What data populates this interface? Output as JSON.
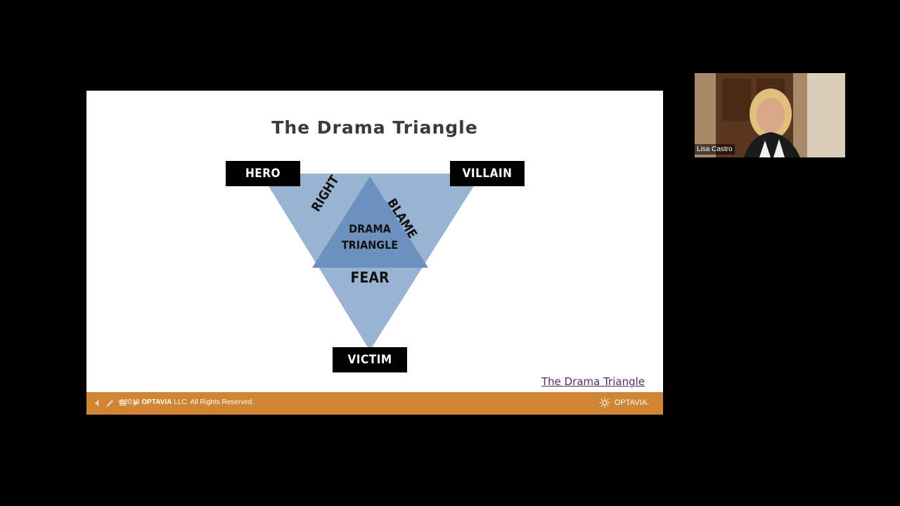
{
  "slide": {
    "title": "The Drama Triangle",
    "roles": {
      "hero": "HERO",
      "villain": "VILLAIN",
      "victim": "VICTIM"
    },
    "edges": {
      "left": "RIGHT",
      "right": "BLAME",
      "bottom": "FEAR"
    },
    "center_label": "DRAMA TRIANGLE",
    "link_text": "The Drama Triangle",
    "footer": {
      "copyright_prefix": "©2018",
      "brand": "OPTAVIA",
      "copyright_suffix": "LLC. All Rights Reserved.",
      "logo_text": "OPTAVIA."
    },
    "colors": {
      "outer_triangle": "#9ab3d3",
      "inner_triangle": "#6d91bf",
      "footer_bg": "#d08533",
      "link": "#5a2a6e"
    }
  },
  "participant": {
    "name": "Lisa Castro"
  }
}
